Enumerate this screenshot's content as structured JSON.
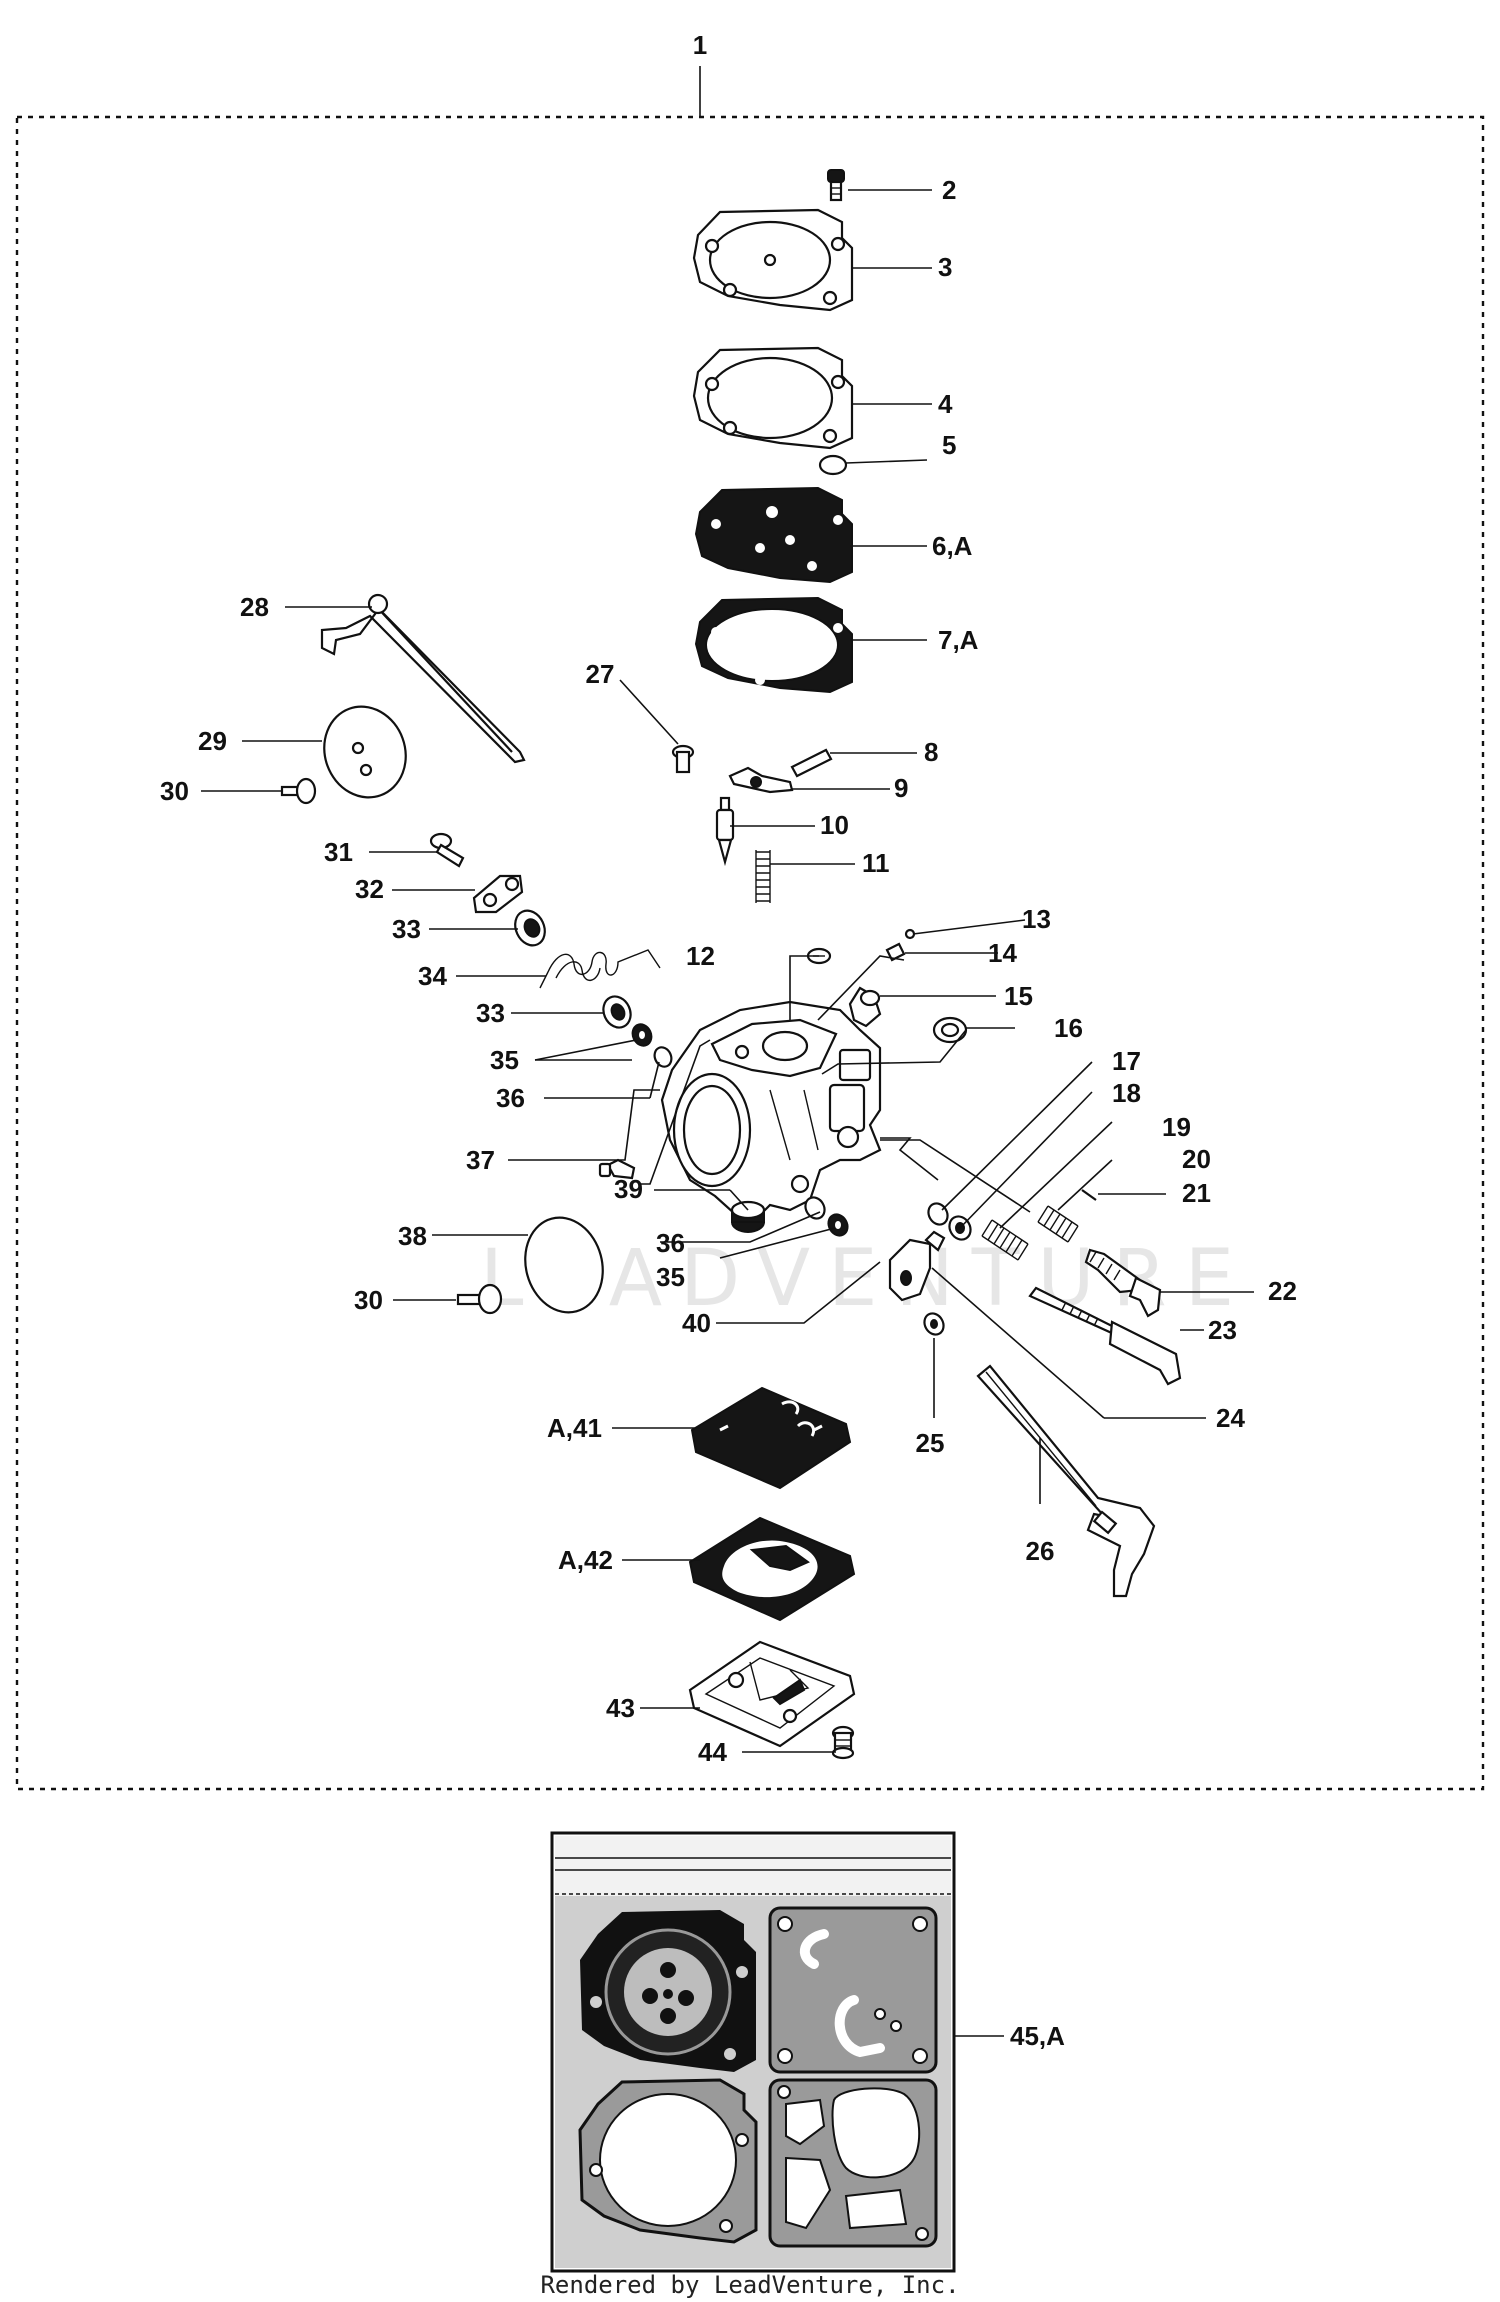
{
  "assembly_label": "1",
  "watermark": "LEADVENTURE",
  "credit": "Rendered by LeadVenture, Inc.",
  "callouts": [
    {
      "id": "2",
      "text": "2"
    },
    {
      "id": "3",
      "text": "3"
    },
    {
      "id": "4",
      "text": "4"
    },
    {
      "id": "5",
      "text": "5"
    },
    {
      "id": "6",
      "text": "6,A"
    },
    {
      "id": "7",
      "text": "7,A"
    },
    {
      "id": "8",
      "text": "8"
    },
    {
      "id": "9",
      "text": "9"
    },
    {
      "id": "10",
      "text": "10"
    },
    {
      "id": "11",
      "text": "11"
    },
    {
      "id": "12",
      "text": "12"
    },
    {
      "id": "13",
      "text": "13"
    },
    {
      "id": "14",
      "text": "14"
    },
    {
      "id": "15",
      "text": "15"
    },
    {
      "id": "16",
      "text": "16"
    },
    {
      "id": "17",
      "text": "17"
    },
    {
      "id": "18",
      "text": "18"
    },
    {
      "id": "19",
      "text": "19"
    },
    {
      "id": "20",
      "text": "20"
    },
    {
      "id": "21",
      "text": "21"
    },
    {
      "id": "22",
      "text": "22"
    },
    {
      "id": "23",
      "text": "23"
    },
    {
      "id": "24",
      "text": "24"
    },
    {
      "id": "25",
      "text": "25"
    },
    {
      "id": "26",
      "text": "26"
    },
    {
      "id": "27",
      "text": "27"
    },
    {
      "id": "28",
      "text": "28"
    },
    {
      "id": "29",
      "text": "29"
    },
    {
      "id": "30a",
      "text": "30"
    },
    {
      "id": "30b",
      "text": "30"
    },
    {
      "id": "31",
      "text": "31"
    },
    {
      "id": "32",
      "text": "32"
    },
    {
      "id": "33a",
      "text": "33"
    },
    {
      "id": "33b",
      "text": "33"
    },
    {
      "id": "34",
      "text": "34"
    },
    {
      "id": "35a",
      "text": "35"
    },
    {
      "id": "35b",
      "text": "35"
    },
    {
      "id": "36a",
      "text": "36"
    },
    {
      "id": "36b",
      "text": "36"
    },
    {
      "id": "37",
      "text": "37"
    },
    {
      "id": "38",
      "text": "38"
    },
    {
      "id": "39",
      "text": "39"
    },
    {
      "id": "40",
      "text": "40"
    },
    {
      "id": "41",
      "text": "A,41"
    },
    {
      "id": "42",
      "text": "A,42"
    },
    {
      "id": "43",
      "text": "43"
    },
    {
      "id": "44",
      "text": "44"
    },
    {
      "id": "45",
      "text": "45,A"
    }
  ]
}
